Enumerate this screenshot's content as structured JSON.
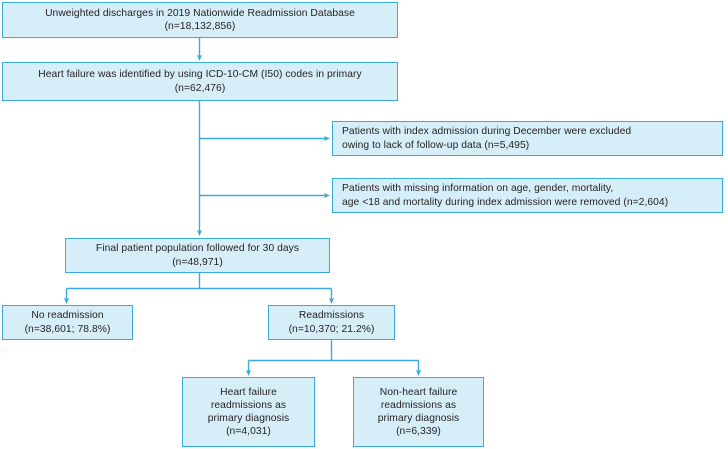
{
  "figure": {
    "kind": "patient-selection-flowchart",
    "colors": {
      "box_fill": "#d6eef8",
      "box_border": "#3aa9dd",
      "connector": "#3aa9dd",
      "text": "#231f20",
      "background": "#ffffff"
    }
  },
  "nodes": {
    "source_database": {
      "line1": "Unweighted discharges in 2019 Nationwide Readmission Database",
      "line2": "(n=18,132,856)"
    },
    "heart_failure_cohort": {
      "line1": "Heart failure was identified by using ICD-10-CM (I50) codes in primary",
      "line2": "(n=62,476)"
    },
    "exclusion_december": {
      "line1": "Patients with index admission during December were excluded",
      "line2": "owing to lack of follow-up data (n=5,495)"
    },
    "exclusion_missing_info": {
      "line1": "Patients with missing information on age, gender, mortality,",
      "line2": "age <18 and mortality during index admission were removed (n=2,604)"
    },
    "final_population": {
      "line1": "Final patient population followed for 30 days",
      "line2": "(n=48,971)"
    },
    "no_readmission": {
      "line1": "No readmission",
      "line2": "(n=38,601; 78.8%)"
    },
    "readmissions": {
      "line1": "Readmissions",
      "line2": "(n=10,370; 21.2%)"
    },
    "hf_readmissions": {
      "line1": "Heart failure",
      "line2": "readmissions as",
      "line3": "primary diagnosis",
      "line4": "(n=4,031)"
    },
    "non_hf_readmissions": {
      "line1": "Non-heart failure",
      "line2": "readmissions as",
      "line3": "primary diagnosis",
      "line4": "(n=6,339)"
    }
  }
}
